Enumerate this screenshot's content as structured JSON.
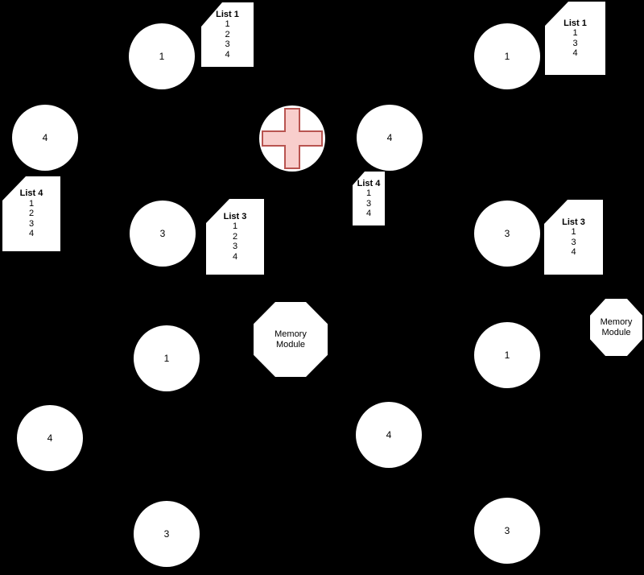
{
  "canvas": {
    "background": "#000000",
    "shape_fill": "#ffffff"
  },
  "cross_node": {
    "fill": "#F8CECC",
    "stroke": "#B85450"
  },
  "left_group": {
    "circles": [
      {
        "label": "1"
      },
      {
        "label": "4"
      },
      {
        "label": "3"
      },
      {
        "label": "1"
      },
      {
        "label": "4"
      },
      {
        "label": "3"
      }
    ],
    "documents": [
      {
        "title": "List 1",
        "items": [
          "1",
          "2",
          "3",
          "4"
        ]
      },
      {
        "title": "List 4",
        "items": [
          "1",
          "2",
          "3",
          "4"
        ]
      },
      {
        "title": "List 3",
        "items": [
          "1",
          "2",
          "3",
          "4"
        ]
      }
    ],
    "memory_module": {
      "label": "Memory Module"
    }
  },
  "right_group": {
    "circles": [
      {
        "label": "1"
      },
      {
        "label": "4"
      },
      {
        "label": "3"
      },
      {
        "label": "1"
      },
      {
        "label": "4"
      },
      {
        "label": "3"
      }
    ],
    "documents": [
      {
        "title": "List 1",
        "items": [
          "1",
          "3",
          "4"
        ]
      },
      {
        "title": "List 4",
        "items": [
          "1",
          "3",
          "4"
        ]
      },
      {
        "title": "List 3",
        "items": [
          "1",
          "3",
          "4"
        ]
      }
    ],
    "memory_module": {
      "label": "Memory Module"
    }
  }
}
